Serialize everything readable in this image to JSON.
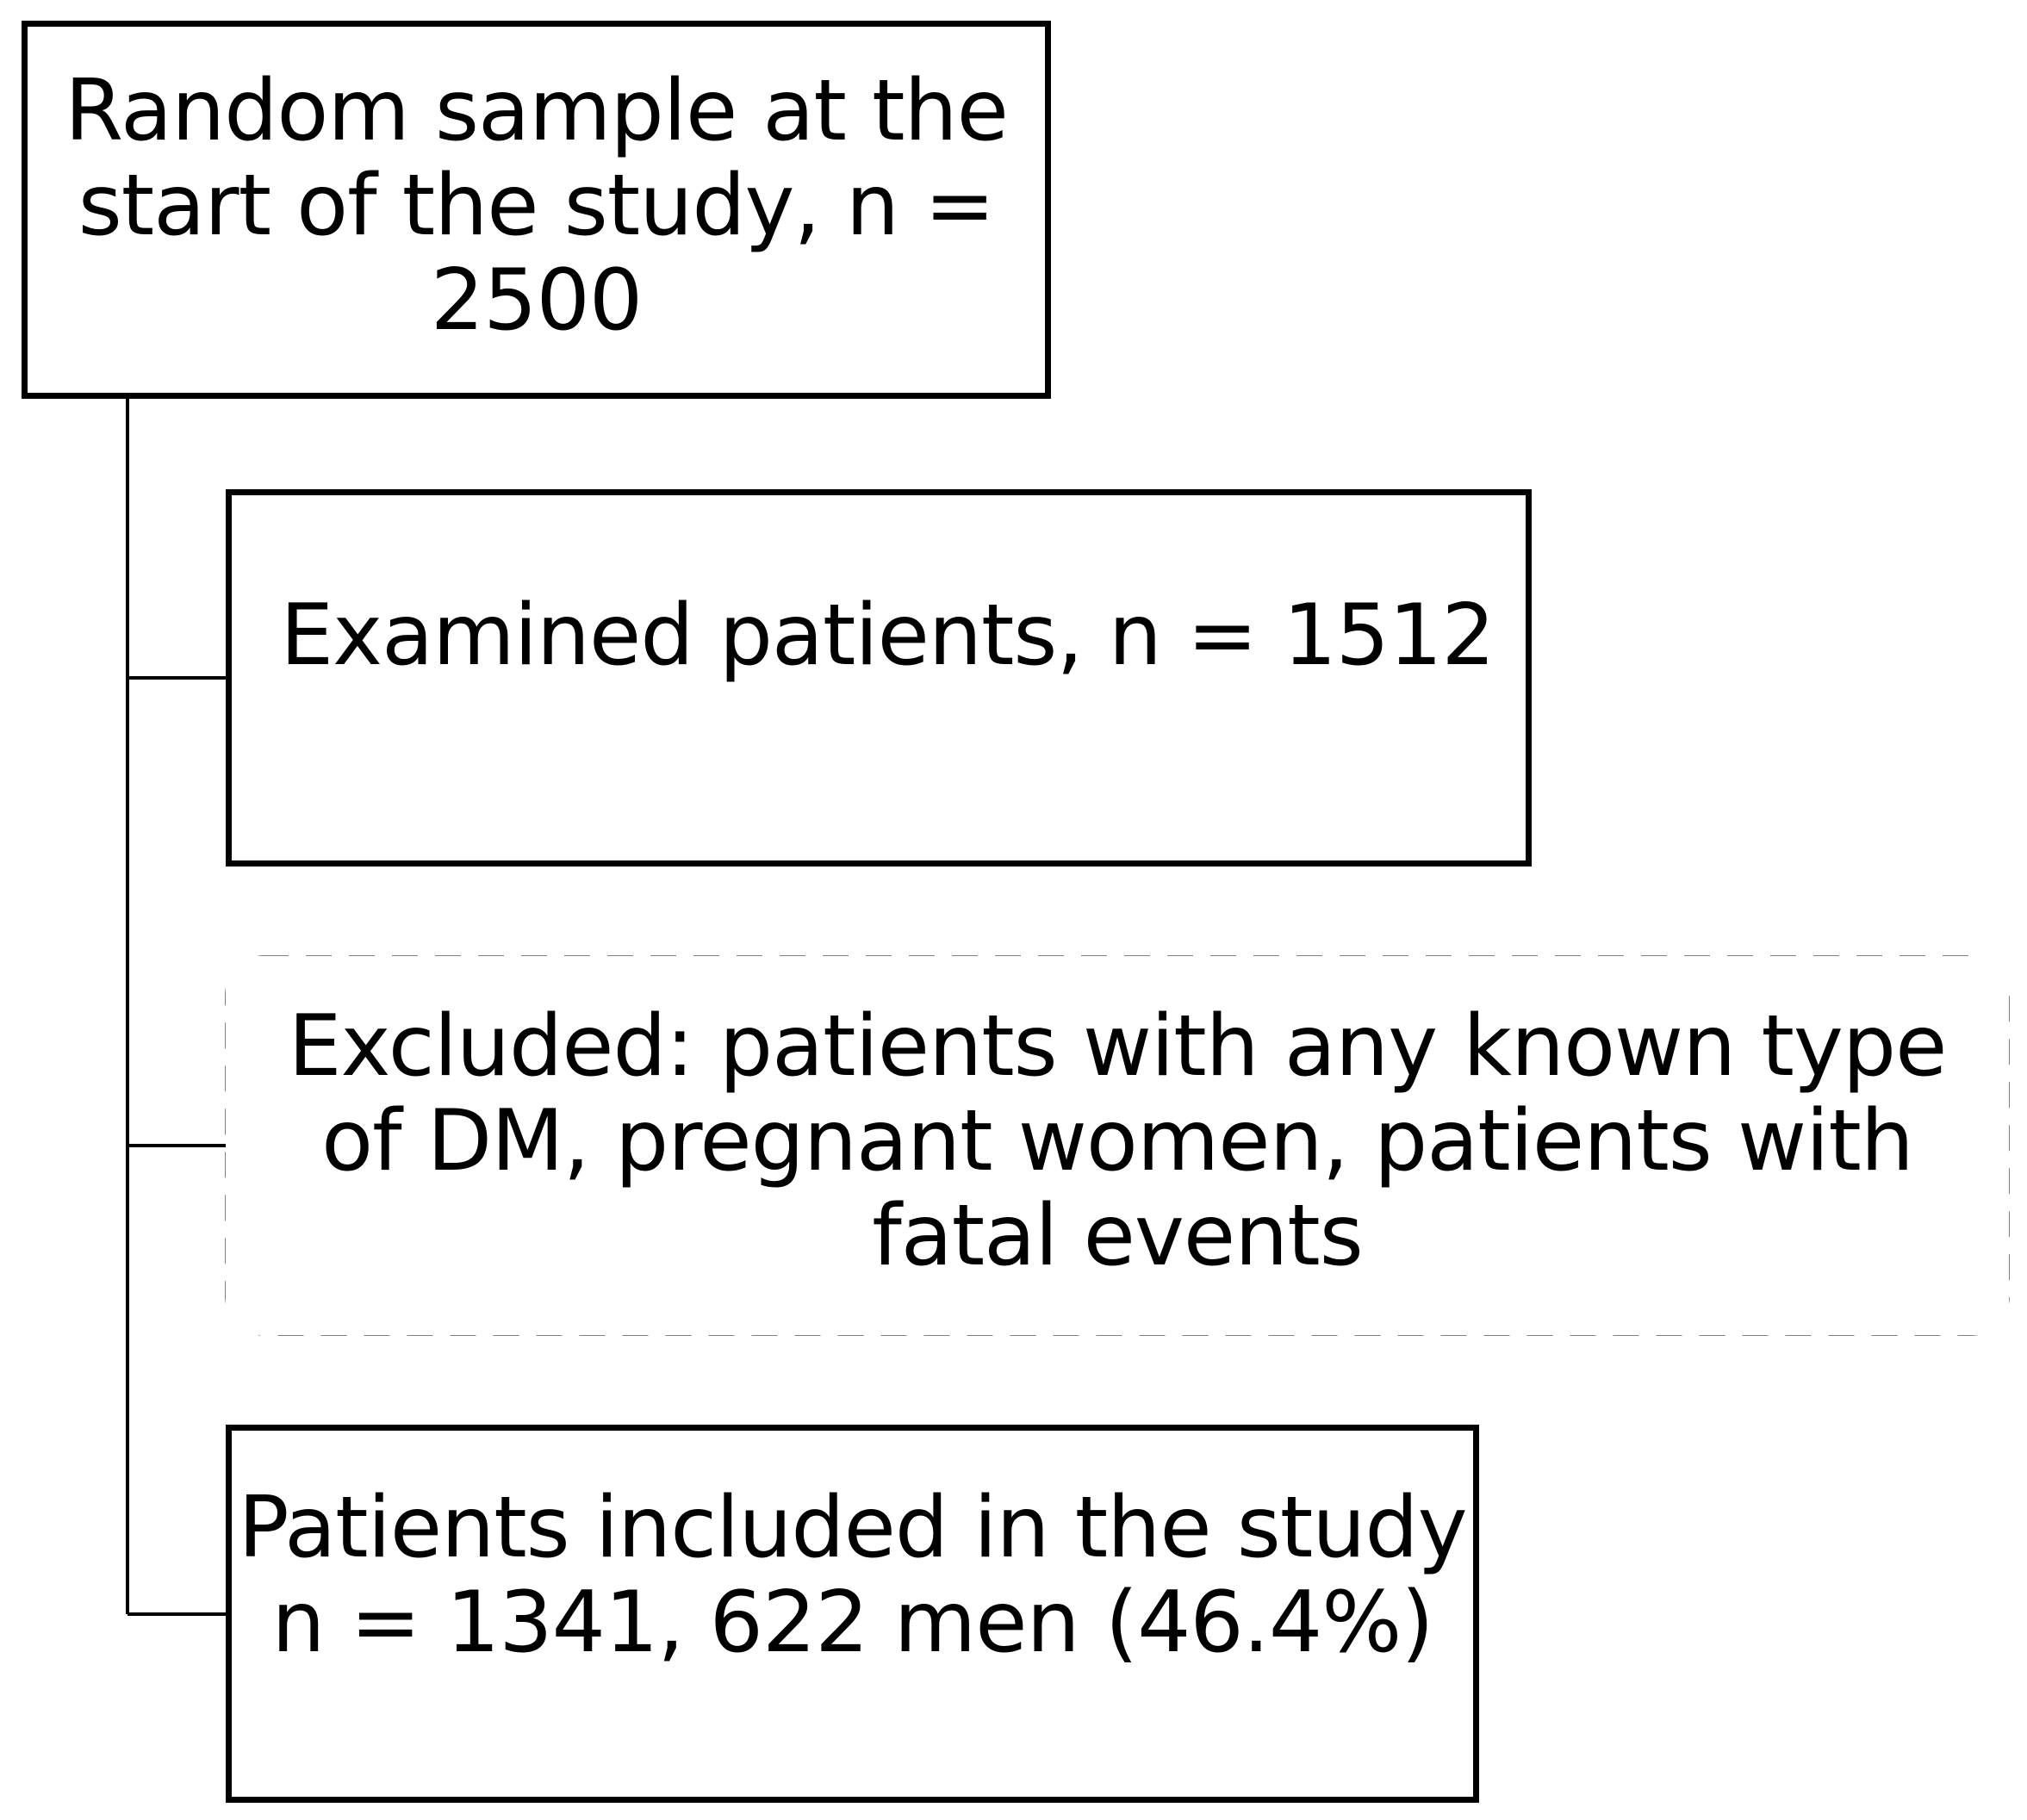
{
  "diagram": {
    "type": "flowchart",
    "boxes": {
      "start": {
        "text": "Random sample at the\nstart of the study, n =\n2500",
        "style": "solid"
      },
      "examined": {
        "text": "Examined patients, n = 1512",
        "style": "solid"
      },
      "excluded": {
        "text": "Excluded: patients with any known type\nof DM, pregnant women, patients with\nfatal events",
        "style": "dashed-rounded"
      },
      "included": {
        "text": "Patients included in the study\nn = 1341, 622 men (46.4%)",
        "style": "solid"
      }
    },
    "colors": {
      "line": "#000000",
      "background": "#ffffff"
    }
  }
}
